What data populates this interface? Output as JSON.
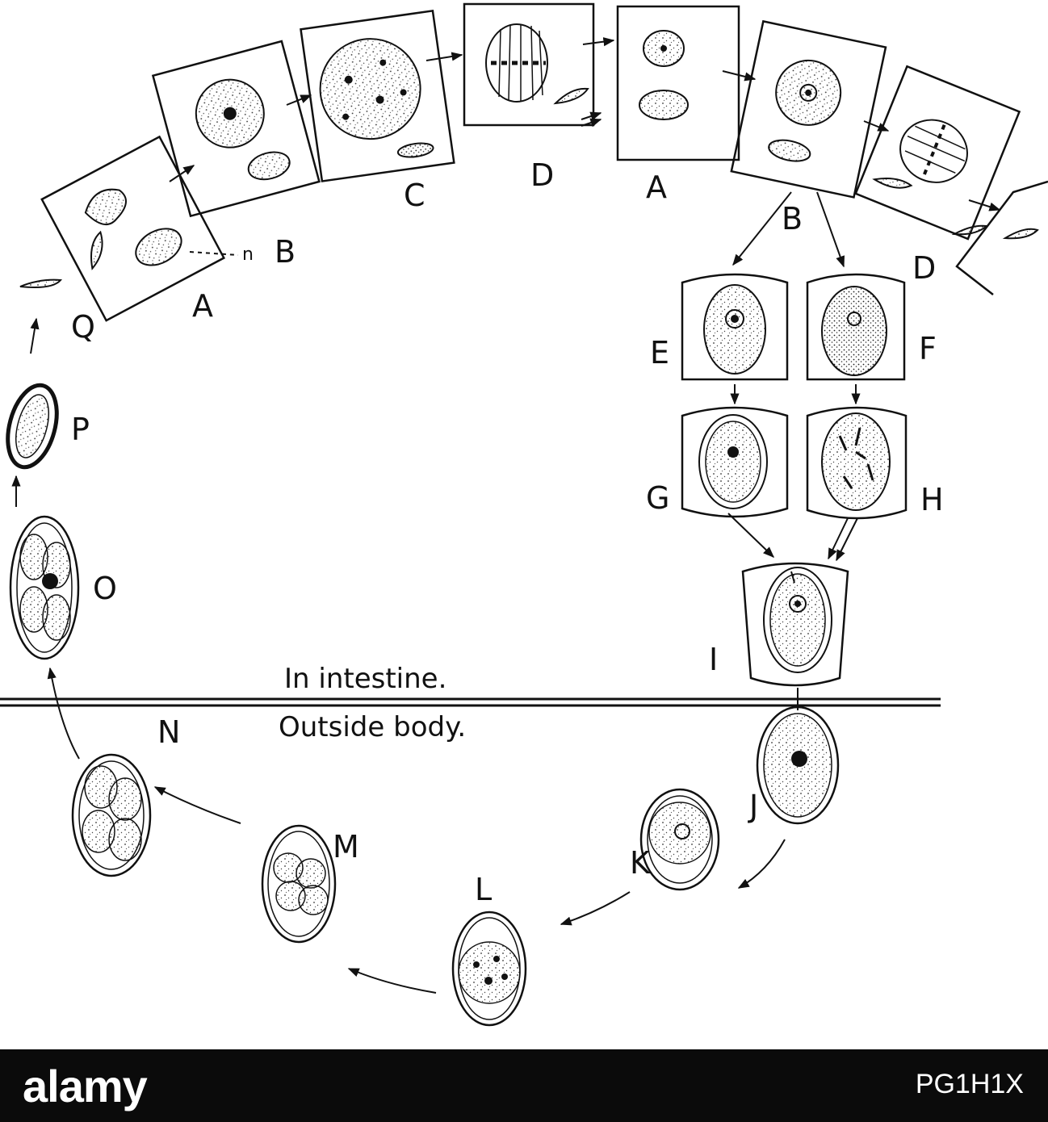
{
  "diagram": {
    "regions": {
      "upper": "In intestine.",
      "lower": "Outside body."
    },
    "stage_labels": {
      "A1": "A",
      "B1": "B",
      "C1": "C",
      "D1": "D",
      "A2": "A",
      "B2": "B",
      "D2": "D",
      "E": "E",
      "F": "F",
      "G": "G",
      "H": "H",
      "I": "I",
      "J": "J",
      "K": "K",
      "L": "L",
      "M": "M",
      "N": "N",
      "O": "O",
      "P": "P",
      "Q": "Q"
    },
    "nucleus_marker": "n"
  },
  "footer": {
    "brand": "alamy",
    "image_code": "PG1H1X"
  },
  "colors": {
    "ink": "#111111",
    "background": "#ffffff",
    "footer_bg": "#0b0b0b"
  }
}
